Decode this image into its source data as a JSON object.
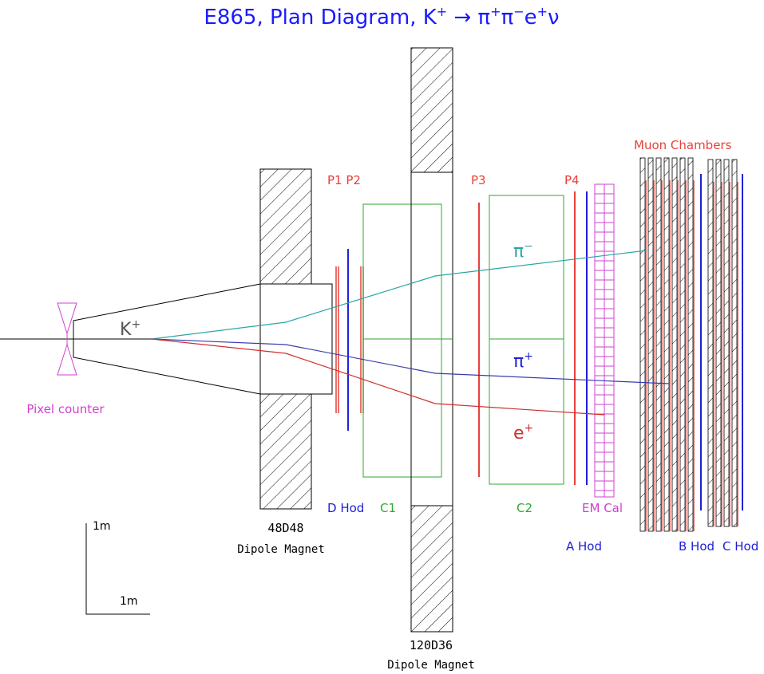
{
  "title": {
    "prefix": "E865, Plan Diagram, K",
    "sup1": "+",
    "arrow": " → ",
    "pi1": "π",
    "sup2": "+",
    "pi2": "π",
    "sup3": "−",
    "e": "e",
    "sup4": "+",
    "nu": "ν"
  },
  "labels": {
    "pixel_counter": "Pixel counter",
    "kplus_base": "K",
    "kplus_sup": "+",
    "p1p2": "P1 P2",
    "p3": "P3",
    "p4": "P4",
    "muon_chambers": "Muon Chambers",
    "magnet1_name": "48D48",
    "magnet1_type": "Dipole Magnet",
    "magnet2_name": "120D36",
    "magnet2_type": "Dipole Magnet",
    "d_hod": "D Hod",
    "c1": "C1",
    "c2": "C2",
    "em_cal": "EM Cal",
    "a_hod": "A Hod",
    "b_hod": "B Hod",
    "c_hod": "C Hod",
    "piminus_base": "π",
    "piminus_sup": "−",
    "piplus_base": "π",
    "piplus_sup": "+",
    "eplus_base": "e",
    "eplus_sup": "+",
    "scale_v": "1m",
    "scale_h": "1m"
  },
  "colors": {
    "title": "#1a1aff",
    "red": "#e8403a",
    "blue": "#2020d8",
    "green": "#2ea82e",
    "magenta": "#d040d0",
    "cyan": "#2aa6a6",
    "track_blue": "#3a3ab0",
    "track_red": "#d03030",
    "black": "#000000"
  }
}
